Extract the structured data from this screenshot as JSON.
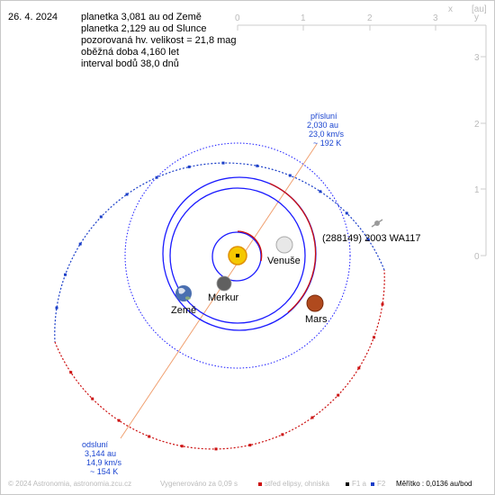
{
  "header": {
    "date": "26. 4. 2024",
    "lines": [
      "planetka 3,081 au od Země",
      "planetka 2,129 au od Slunce",
      "pozorovaná hv. velikost = 21,8 mag",
      "oběžná doba 4,160 let",
      "interval bodů 38,0 dnů"
    ]
  },
  "axes": {
    "unit_label": "[au]",
    "x_letter": "x",
    "y_letter": "y",
    "x_ticks": [
      "0",
      "1",
      "2",
      "3"
    ],
    "y_ticks": [
      "3",
      "2",
      "1",
      "0"
    ]
  },
  "bodies": {
    "sun": {
      "color": "#f5c800"
    },
    "mercury": {
      "label": "Merkur",
      "color": "#606060"
    },
    "venus": {
      "label": "Venuše",
      "color": "#e8e8e8"
    },
    "earth": {
      "label": "Země",
      "color": "#4a6fb0"
    },
    "mars": {
      "label": "Mars",
      "color": "#b04a1e"
    }
  },
  "asteroid": {
    "label": "(288149) 2003 WA117",
    "perihelion": {
      "title": "přísluní",
      "distance": "2,030 au",
      "speed": "23,0 km/s",
      "temp": "~ 192 K"
    },
    "aphelion": {
      "title": "odsluní",
      "distance": "3,144 au",
      "speed": "14,9 km/s",
      "temp": "~ 154 K"
    }
  },
  "colors": {
    "orbit_blue": "#1a1aff",
    "orbit_red": "#cc1010",
    "outer_blue": "#1a3ec8",
    "apsides_line": "#f0a070",
    "label_blue": "#1a44d0"
  },
  "footer": {
    "copyright": "© 2024 Astronomia, astronomia.zcu.cz",
    "generated": "Vygenerováno za 0,09 s",
    "legend_center": "střed elipsy, ohniska",
    "legend_f1": "F1 a",
    "legend_f2": "F2",
    "scale": "Měřítko : 0,0136 au/bod"
  }
}
